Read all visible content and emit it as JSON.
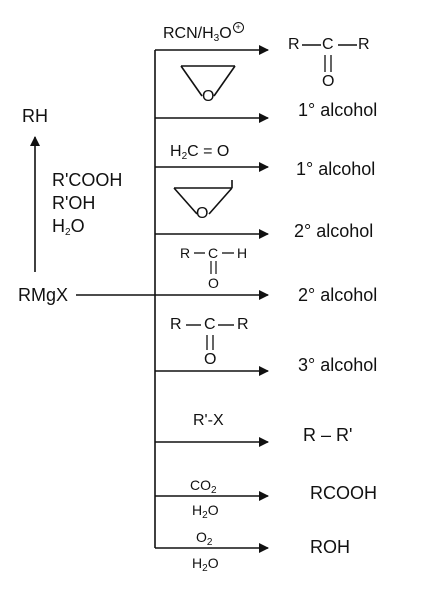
{
  "left": {
    "rh": "RH",
    "acids": [
      "R'COOH",
      "R'OH"
    ],
    "water": {
      "main": "H",
      "sub": "2",
      "tail": "O"
    },
    "reagent": "RMgX"
  },
  "reactions": [
    {
      "reagent": {
        "pre": "RCN/H",
        "sub": "3",
        "post": "O",
        "charge": "+"
      },
      "product": {
        "left": "R",
        "center": "C",
        "right": "R",
        "below": "O"
      }
    },
    {
      "reagent_icon": "epoxide-ring",
      "reagent_atom": "O",
      "product": "1° alcohol"
    },
    {
      "reagent": {
        "pre": "H",
        "sub": "2",
        "post": "C = O"
      },
      "product": "1° alcohol"
    },
    {
      "reagent_icon": "substituted-epoxide-ring",
      "reagent_atom": "O",
      "product": "2° alcohol"
    },
    {
      "reagent": {
        "left": "R",
        "center": "C",
        "right": "H",
        "below": "O"
      },
      "product": "2° alcohol"
    },
    {
      "reagent": {
        "left": "R",
        "center": "C",
        "right": "R",
        "below": "O"
      },
      "product": "3° alcohol"
    },
    {
      "reagent": "R'-X",
      "product": "R – R'"
    },
    {
      "reagent_top": {
        "main": "CO",
        "sub": "2"
      },
      "reagent_bottom": {
        "main": "H",
        "sub": "2",
        "tail": "O"
      },
      "product": "RCOOH"
    },
    {
      "reagent_top": {
        "main": "O",
        "sub": "2"
      },
      "reagent_bottom": {
        "main": "H",
        "sub": "2",
        "tail": "O"
      },
      "product": "ROH"
    }
  ]
}
